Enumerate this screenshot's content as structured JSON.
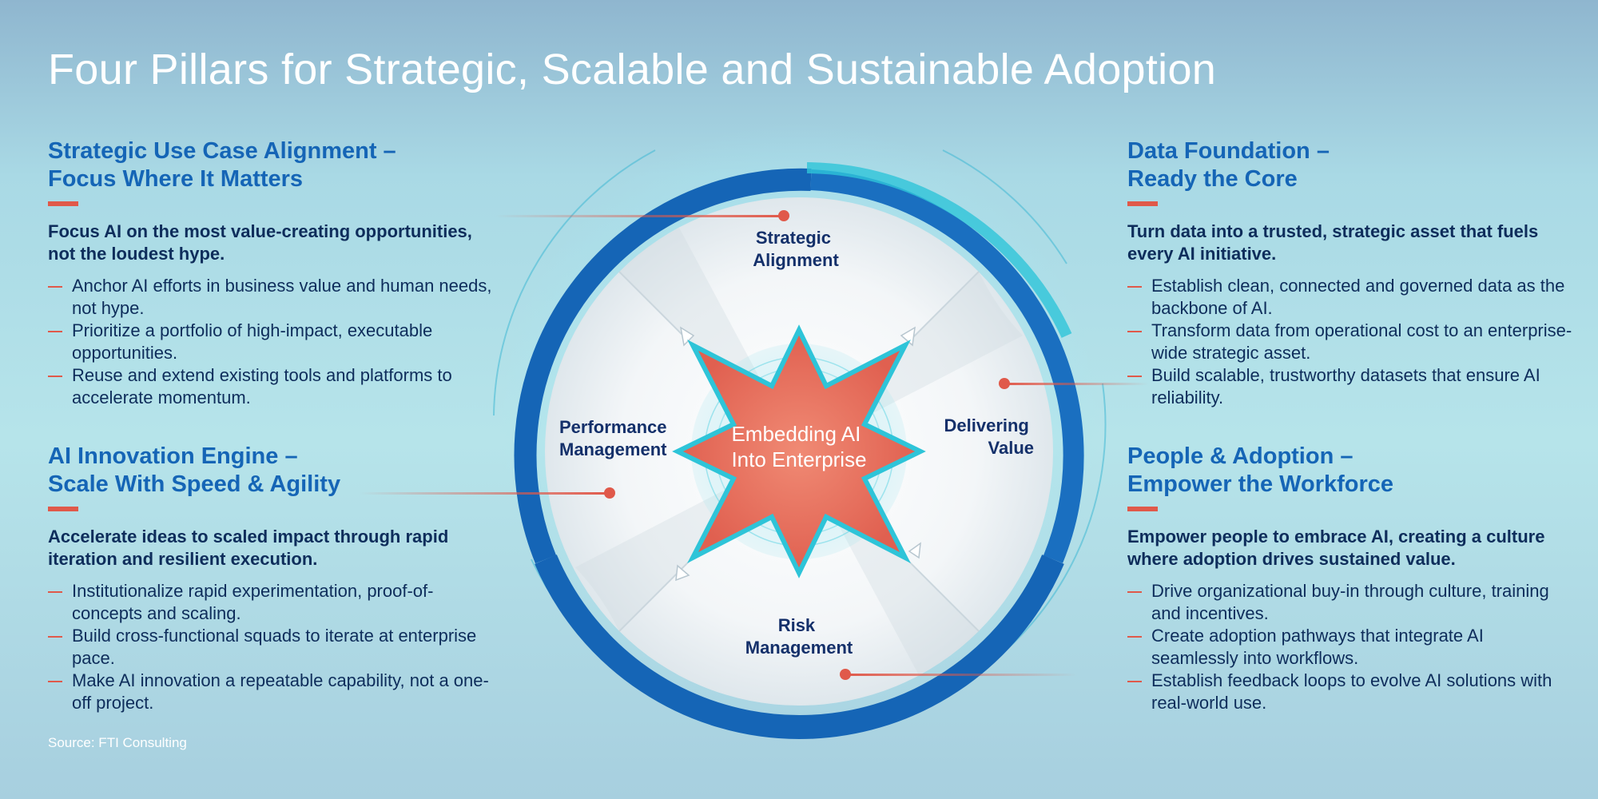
{
  "title": "Four Pillars for Strategic, Scalable and Sustainable Adoption",
  "source": "Source: FTI Consulting",
  "pillars": {
    "strategic": {
      "heading_line1": "Strategic Use Case Alignment –",
      "heading_line2": "Focus Where It Matters",
      "lead": "Focus AI on the most value-creating opportunities, not the loudest hype.",
      "bullets": [
        "Anchor AI efforts in business value and human needs, not hype.",
        "Prioritize a portfolio of high-impact, executable opportunities.",
        "Reuse and extend existing tools and platforms to accelerate momentum."
      ]
    },
    "innovation": {
      "heading_line1": "AI Innovation Engine –",
      "heading_line2": "Scale With Speed & Agility",
      "lead": "Accelerate ideas to scaled impact through rapid iteration and resilient execution.",
      "bullets": [
        "Institutionalize rapid experimentation, proof-of-concepts and scaling.",
        "Build cross-functional squads to iterate at enterprise pace.",
        "Make AI innovation a repeatable capability, not a one-off project."
      ]
    },
    "data": {
      "heading_line1": "Data Foundation –",
      "heading_line2": "Ready the Core",
      "lead": "Turn data into a trusted, strategic asset that fuels every AI initiative.",
      "bullets": [
        "Establish clean, connected and governed data as the backbone of AI.",
        "Transform data from operational cost to an enterprise-wide strategic asset.",
        "Build scalable, trustworthy datasets that ensure AI reliability."
      ]
    },
    "people": {
      "heading_line1": "People & Adoption –",
      "heading_line2": "Empower the Workforce",
      "lead": "Empower people to embrace AI, creating a culture where adoption drives sustained value.",
      "bullets": [
        "Drive organizational buy-in through culture, training and incentives.",
        "Create adoption pathways that integrate AI seamlessly into workflows.",
        "Establish feedback loops to evolve AI solutions with real-world use."
      ]
    }
  },
  "wheel": {
    "center_line1": "Embedding AI",
    "center_line2": "Into Enterprise",
    "segments": {
      "top_line1": "Strategic",
      "top_line2": "Alignment",
      "right_line1": "Delivering",
      "right_line2": "Value",
      "bottom_line1": "Risk",
      "bottom_line2": "Management",
      "left_line1": "Performance",
      "left_line2": "Management"
    },
    "colors": {
      "ring_blue": "#1565b6",
      "ring_cyan": "#2ec4d8",
      "accent_red": "#e0594a",
      "star_fill": "#e8735f",
      "text_navy": "#14306a"
    }
  }
}
